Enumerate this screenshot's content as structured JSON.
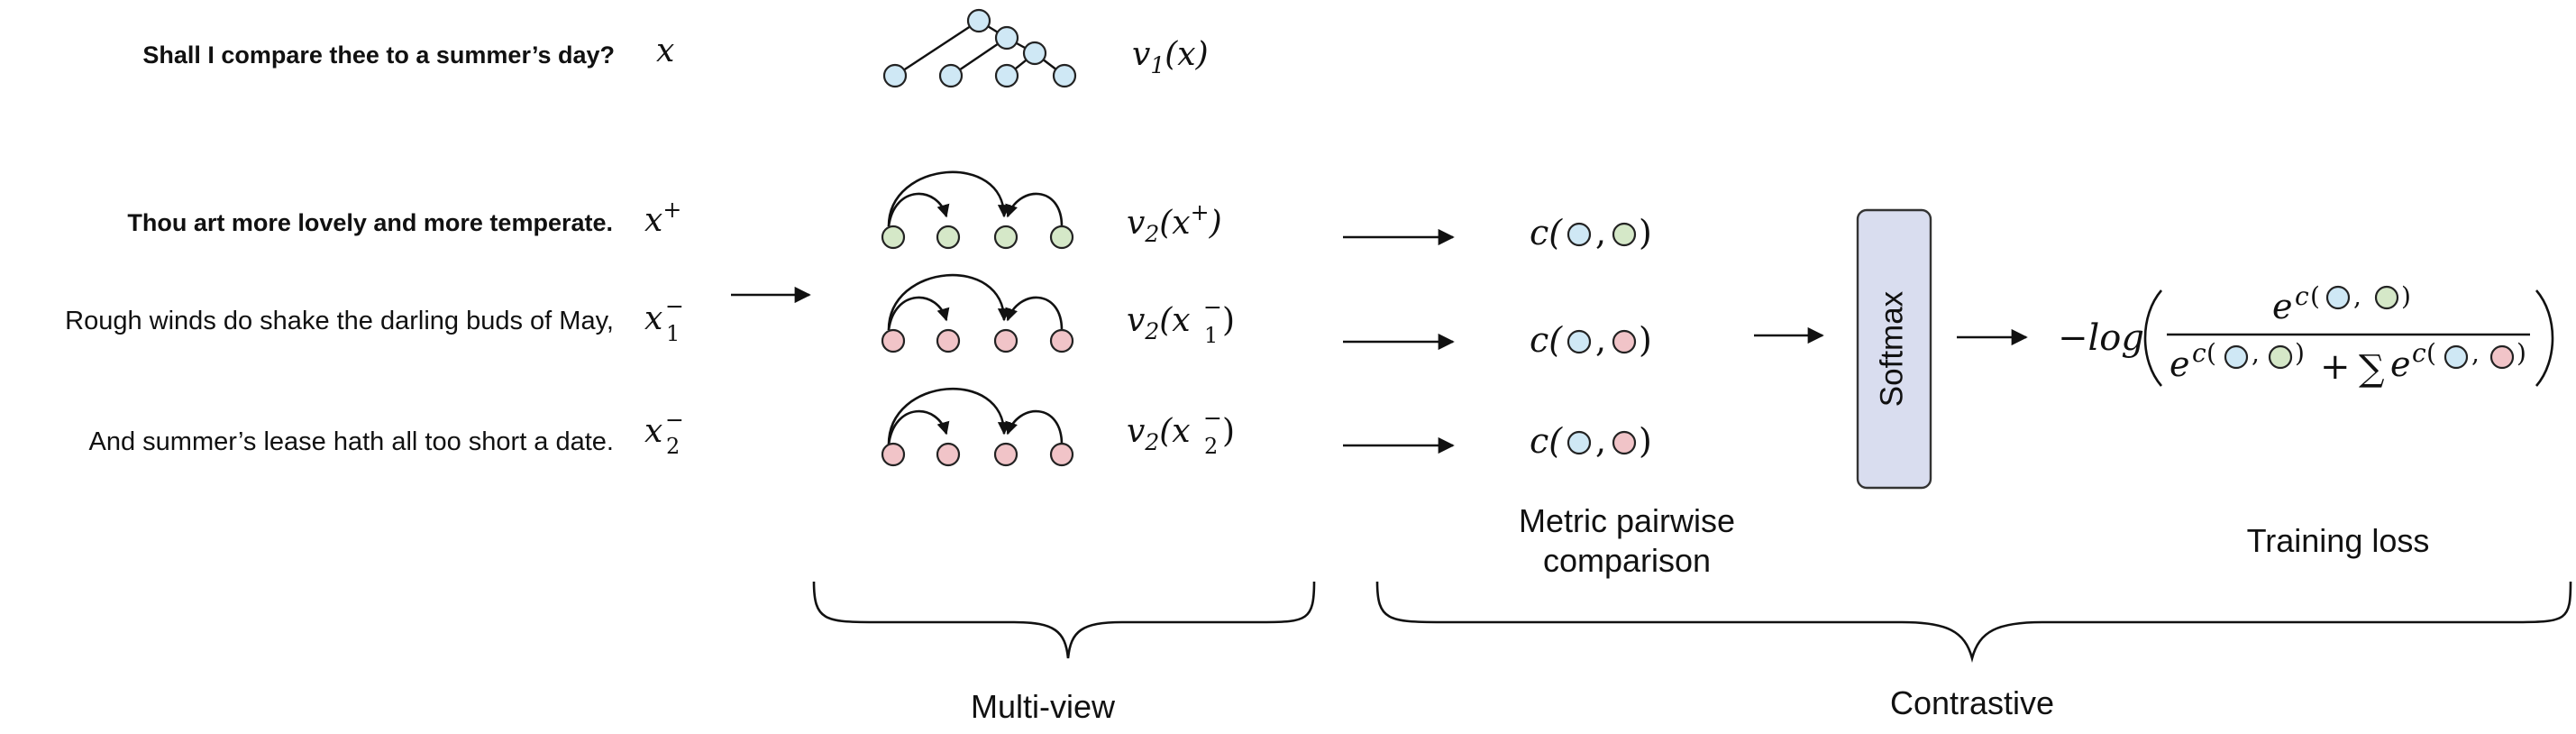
{
  "colors": {
    "blue": "#cfe8f5",
    "green": "#d5e8c8",
    "red": "#f1c4c8",
    "softmax_fill": "#d9ddef",
    "softmax_stroke": "#333333"
  },
  "sentences": [
    {
      "id": "anchor",
      "text": "Shall I compare thee to a summer’s day?",
      "bold": true,
      "symbol": "x",
      "sup": "",
      "sub": "",
      "view_label": "v",
      "view_index": "1",
      "view_arg": "x",
      "view_arg_sup": "",
      "view_arg_sub": "",
      "node_color": "blue",
      "view": "tree"
    },
    {
      "id": "positive",
      "text": "Thou art more lovely and more temperate.",
      "bold": true,
      "symbol": "x",
      "sup": "+",
      "sub": "",
      "view_label": "v",
      "view_index": "2",
      "view_arg": "x",
      "view_arg_sup": "+",
      "view_arg_sub": "",
      "node_color": "green",
      "view": "arcs",
      "pair_color": "green"
    },
    {
      "id": "negative-1",
      "text": "Rough winds do shake the darling buds of May,",
      "bold": false,
      "symbol": "x",
      "sup": "−",
      "sub": "1",
      "view_label": "v",
      "view_index": "2",
      "view_arg": "x",
      "view_arg_sup": "−",
      "view_arg_sub": "1",
      "node_color": "red",
      "view": "arcs",
      "pair_color": "red"
    },
    {
      "id": "negative-2",
      "text": "And summer’s lease hath all too short a date.",
      "bold": false,
      "symbol": "x",
      "sup": "−",
      "sub": "2",
      "view_label": "v",
      "view_index": "2",
      "view_arg": "x",
      "view_arg_sup": "−",
      "view_arg_sub": "2",
      "node_color": "red",
      "view": "arcs",
      "pair_color": "red"
    }
  ],
  "comparison": {
    "func": "c",
    "first_color": "blue"
  },
  "softmax": {
    "label": "Softmax"
  },
  "loss": {
    "prefix": "−log",
    "exp_base": "e",
    "exp_func": "c",
    "plus": "+",
    "sum": "∑",
    "numerator_pair": [
      "blue",
      "green"
    ],
    "denominator_pairs": [
      [
        "blue",
        "green"
      ],
      [
        "blue",
        "red"
      ]
    ]
  },
  "captions": {
    "metric_line1": "Metric pairwise",
    "metric_line2": "comparison",
    "training_loss": "Training loss",
    "multi_view": "Multi-view",
    "contrastive": "Contrastive"
  }
}
